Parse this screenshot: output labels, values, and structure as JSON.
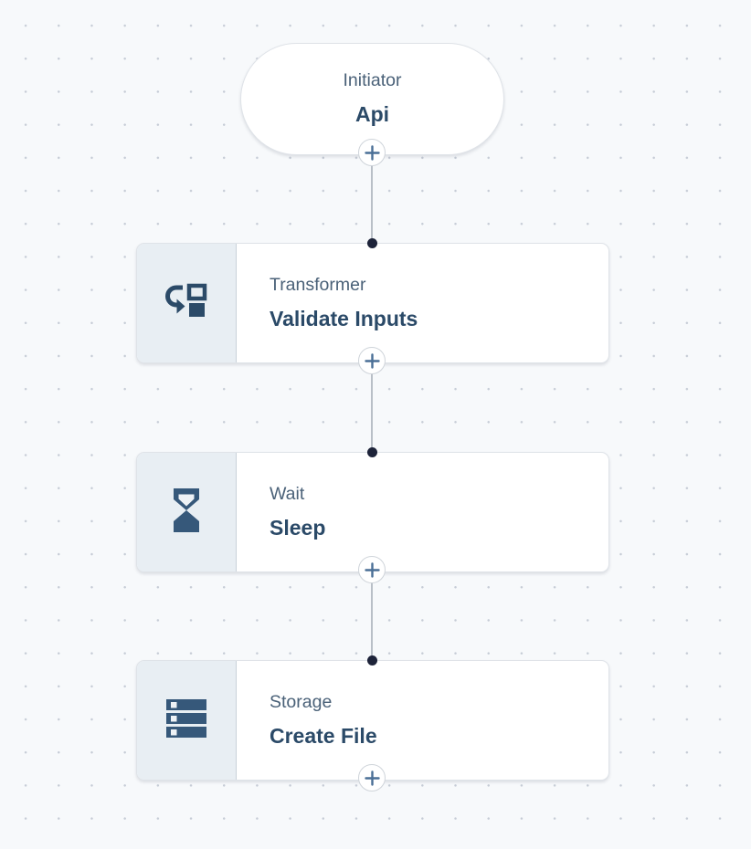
{
  "canvas": {
    "background_color": "#f7f9fb",
    "grid_dot_color": "#c6ccd6",
    "accent_color": "#2b4a68",
    "icon_panel_color": "#e8eef3",
    "connector_color": "#b9bfc7",
    "connector_dot_color": "#1d2339"
  },
  "workflow": {
    "nodes": [
      {
        "shape": "pill",
        "subtitle": "Initiator",
        "title": "Api",
        "icon": null
      },
      {
        "shape": "card",
        "subtitle": "Transformer",
        "title": "Validate Inputs",
        "icon": "transform-icon"
      },
      {
        "shape": "card",
        "subtitle": "Wait",
        "title": "Sleep",
        "icon": "hourglass-icon"
      },
      {
        "shape": "card",
        "subtitle": "Storage",
        "title": "Create File",
        "icon": "server-stack-icon"
      }
    ],
    "add_step_label": "+"
  }
}
